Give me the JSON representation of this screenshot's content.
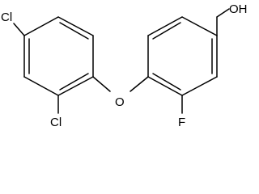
{
  "molecule": {
    "atoms": {
      "cl_top": "Cl",
      "cl_bottom": "Cl",
      "oxygen": "O",
      "fluorine": "F",
      "hydroxyl": "OH"
    }
  },
  "colors": {
    "bond": "#000000",
    "label": "#000000",
    "background": "#ffffff"
  }
}
